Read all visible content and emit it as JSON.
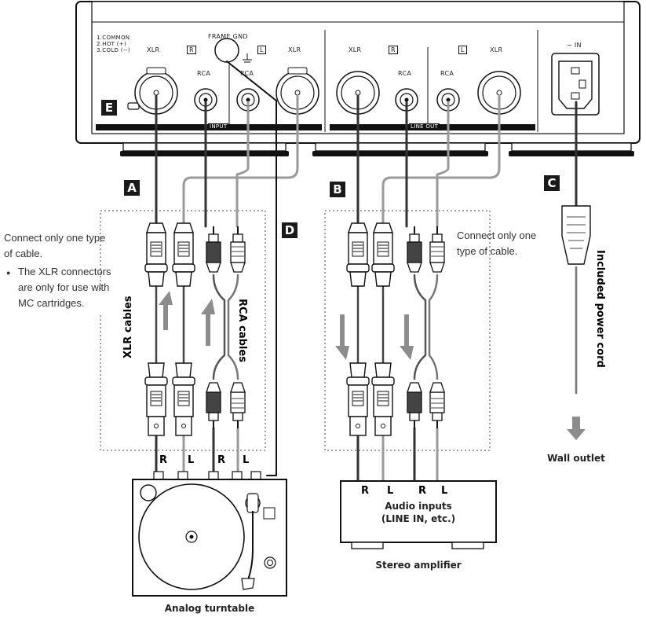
{
  "panel": {
    "pin_legend": [
      "1.COMMON",
      "2.HOT (+)",
      "3.COLD (−)"
    ],
    "frame_gnd": "FRAME GND",
    "input_label": "INPUT",
    "line_out_label": "LINE OUT",
    "ac_in": "∼ IN",
    "input_connectors": {
      "xlr_left": "XLR",
      "r_mark": "R",
      "rca_r": "RCA",
      "rca_l": "RCA",
      "l_mark": "L",
      "xlr_right": "XLR"
    },
    "output_connectors": {
      "xlr_left": "XLR",
      "r_mark": "R",
      "rca_r": "RCA",
      "rca_l": "RCA",
      "l_mark": "L",
      "xlr_right": "XLR"
    }
  },
  "badges": {
    "a": "A",
    "b": "B",
    "c": "C",
    "d": "D",
    "e": "E"
  },
  "notes": {
    "left_1": "Connect only one type",
    "left_2": "of cable.",
    "bullet_1": "The XLR connectors",
    "bullet_2": "are only for use with",
    "bullet_3": "MC cartridges.",
    "right_1": "Connect only one",
    "right_2": "type of cable."
  },
  "cable_labels": {
    "xlr": "XLR cables",
    "rca": "RCA cables",
    "power": "Included power cord"
  },
  "channels": {
    "turntable": [
      "R",
      "L",
      "R",
      "L"
    ],
    "amp": [
      "R",
      "L",
      "R",
      "L"
    ]
  },
  "devices": {
    "turntable": "Analog turntable",
    "amp_inputs_1": "Audio inputs",
    "amp_inputs_2": "(LINE IN, etc.)",
    "amp": "Stereo amplifier",
    "wall": "Wall outlet"
  },
  "colors": {
    "line": "#1a1a1a",
    "gray_cable": "#9a9a9a",
    "dark_cable": "#333333",
    "arrow": "#8c8c8c"
  }
}
